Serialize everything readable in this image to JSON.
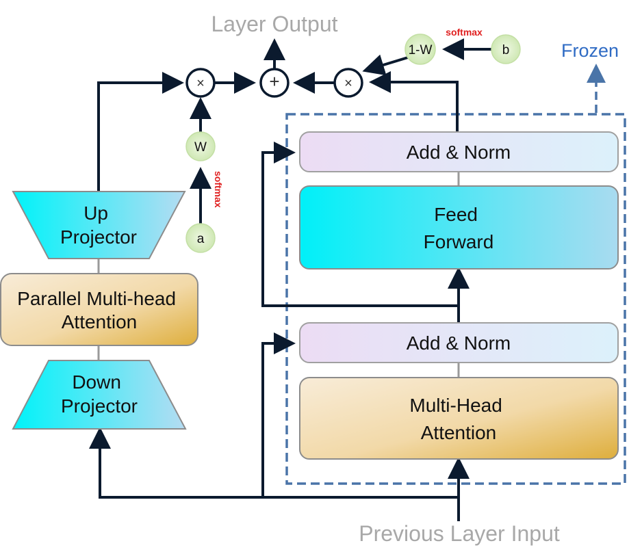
{
  "labels": {
    "layer_output": "Layer Output",
    "previous_layer_input": "Previous Layer Input",
    "frozen": "Frozen"
  },
  "left_branch": {
    "up_projector": [
      "Up",
      "Projector"
    ],
    "parallel_attention": [
      "Parallel Multi-head",
      "Attention"
    ],
    "down_projector": [
      "Down",
      "Projector"
    ]
  },
  "frozen_block": {
    "add_norm_top": "Add & Norm",
    "feed_forward": [
      "Feed",
      "Forward"
    ],
    "add_norm_bottom": "Add & Norm",
    "multi_head_attention": [
      "Multi-Head",
      "Attention"
    ]
  },
  "gates": {
    "w": "W",
    "a": "a",
    "one_minus_w": "1-W",
    "b": "b",
    "softmax_left": "softmax",
    "softmax_right": "softmax"
  },
  "operators": {
    "multiply_left": "×",
    "add": "+",
    "multiply_right": "×"
  },
  "colors": {
    "line": "#0b1a2e",
    "frozen_border": "#4a74a8",
    "frozen_text": "#2f6bc4",
    "gray_text": "#a8a8a8",
    "softmax": "#e02020",
    "gate_fill": "#d6ecbd"
  }
}
